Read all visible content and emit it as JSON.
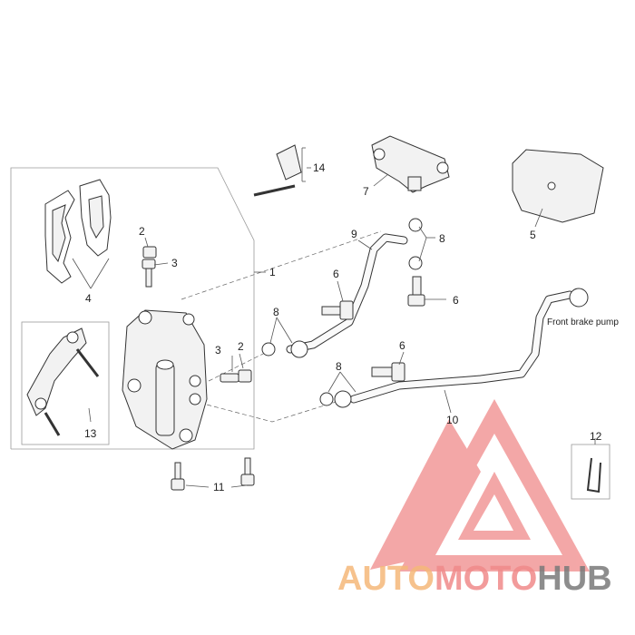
{
  "callouts": {
    "c1": "1",
    "c2a": "2",
    "c2b": "2",
    "c3a": "3",
    "c3b": "3",
    "c4": "4",
    "c5": "5",
    "c6a": "6",
    "c6b": "6",
    "c6c": "6",
    "c7": "7",
    "c8a": "8",
    "c8b": "8",
    "c8c": "8",
    "c9": "9",
    "c10": "10",
    "c11": "11",
    "c12": "12",
    "c13": "13",
    "c14": "14"
  },
  "labels": {
    "front_brake_pump": "Front brake pump"
  },
  "watermark": {
    "part1": "AUTO",
    "part2": "MOTO",
    "part3": "HUB"
  },
  "colors": {
    "watermark_red": "#f08a8a",
    "watermark_orange": "#f5b87a",
    "watermark_gray": "#7a7a7a"
  }
}
